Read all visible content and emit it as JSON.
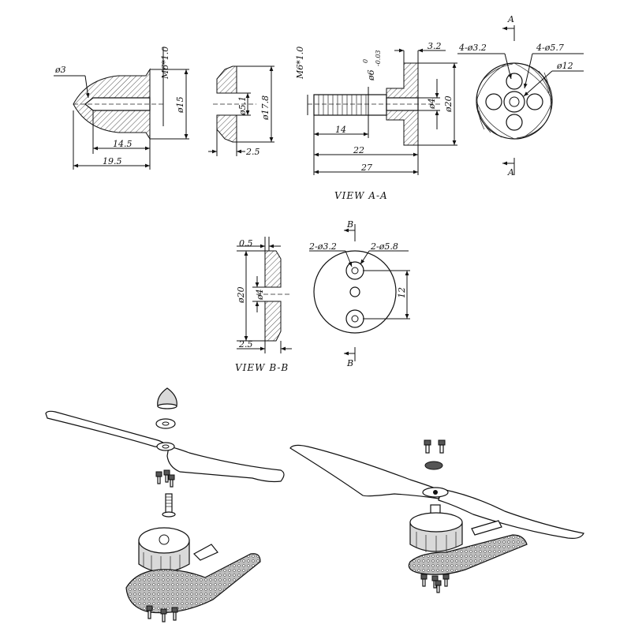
{
  "labels": {
    "spinner_d3": "ø3",
    "spinner_m6": "M6*1.0",
    "spinner_d15": "ø15",
    "spinner_14_5": "14.5",
    "spinner_19_5": "19.5",
    "washer_d5_1": "ø5.1",
    "washer_d17_8": "ø17.8",
    "washer_2_5": "2.5",
    "adapter_m6": "M6*1.0",
    "adapter_d6": "ø6",
    "adapter_tol_upper": "0",
    "adapter_tol_lower": "-0.03",
    "adapter_3_2": "3.2",
    "adapter_d4": "ø4",
    "adapter_d20": "ø20",
    "adapter_14": "14",
    "adapter_22": "22",
    "adapter_27": "27",
    "face_4_d3_2": "4-ø3.2",
    "face_4_d5_7": "4-ø5.7",
    "face_d12": "ø12",
    "section_a_top": "A",
    "section_a_bottom": "A",
    "view_a": "VIEW A-A",
    "plate_0_5": "0.5",
    "plate_d20": "ø20",
    "plate_d4": "ø4",
    "plate_2_5": "2.5",
    "view_b": "VIEW B-B",
    "section_b_top": "B",
    "section_b_bottom": "B",
    "disc_2_d3_2": "2-ø3.2",
    "disc_2_d5_8": "2-ø5.8",
    "disc_12": "12"
  }
}
